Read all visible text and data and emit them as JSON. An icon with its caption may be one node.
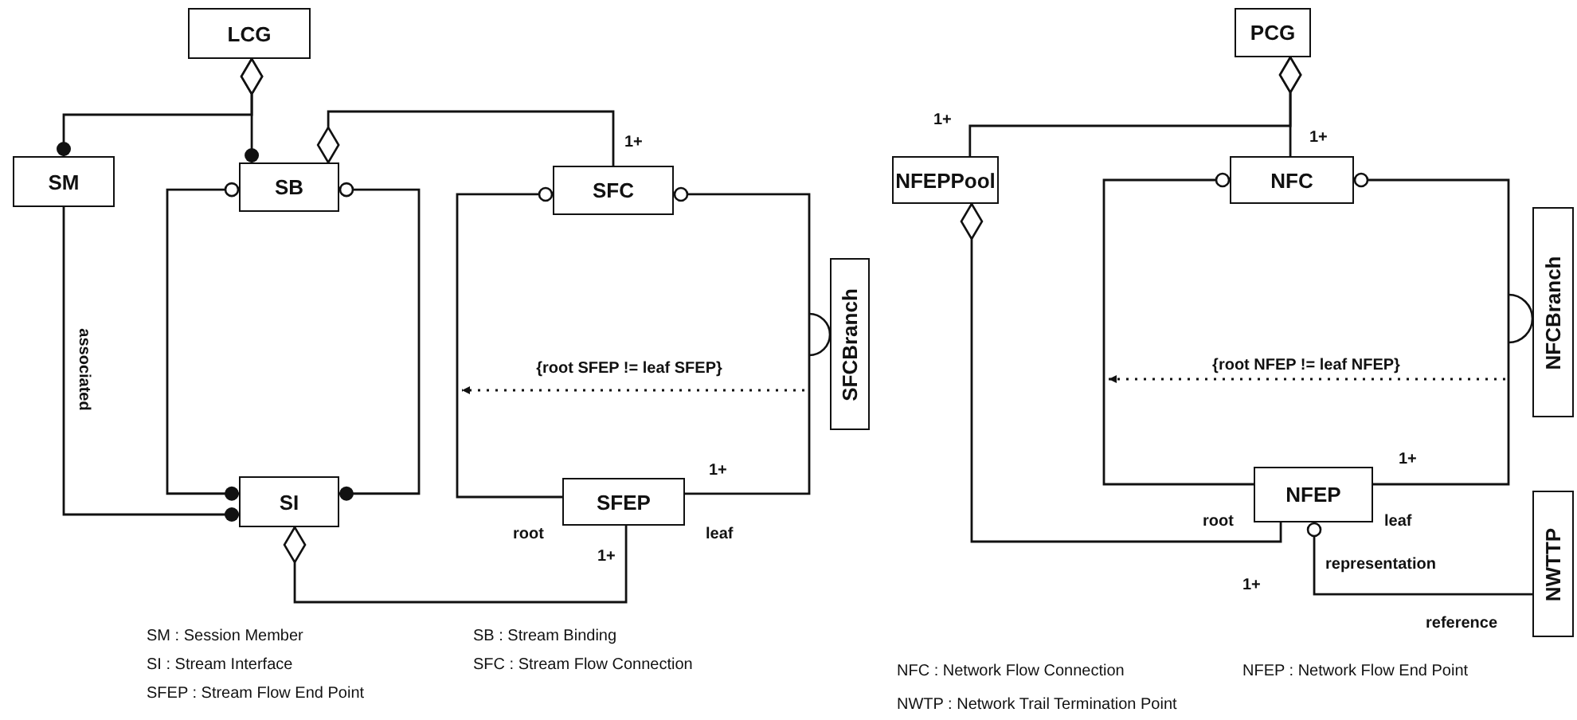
{
  "diagram": {
    "nodes": [
      {
        "text": [
          "LCG"
        ]
      },
      {
        "text": [
          "SM"
        ]
      },
      {
        "text": [
          "SB"
        ]
      },
      {
        "text": [
          "SFC"
        ]
      },
      {
        "text": [
          "SFCBranch"
        ]
      },
      {
        "text": [
          "SI"
        ]
      },
      {
        "text": [
          "SFEP"
        ]
      },
      {
        "text": [
          "PCG"
        ]
      },
      {
        "text": [
          "NFEPPool"
        ]
      },
      {
        "text": [
          "NFC"
        ]
      },
      {
        "text": [
          "NFCBranch"
        ]
      },
      {
        "text": [
          "NFEP"
        ]
      },
      {
        "text": [
          "NWTTP"
        ]
      }
    ],
    "edges": [
      {
        "from": 0,
        "to": 1,
        "arrow": "other"
      },
      {
        "from": 0,
        "to": 2,
        "arrow": "other"
      },
      {
        "from": 2,
        "to": 3,
        "arrow": "other"
      },
      {
        "from": 2,
        "to": 5,
        "arrow": "other"
      },
      {
        "from": 2,
        "to": 5,
        "arrow": "other"
      },
      {
        "from": 1,
        "to": 5,
        "arrow": "other",
        "label": "associated"
      },
      {
        "from": 5,
        "to": 6,
        "arrow": "other"
      },
      {
        "from": 3,
        "to": 6,
        "arrow": "other"
      },
      {
        "from": 3,
        "to": 6,
        "arrow": "other"
      },
      {
        "from": 7,
        "to": 8,
        "arrow": "other"
      },
      {
        "from": 7,
        "to": 9,
        "arrow": "other"
      },
      {
        "from": 9,
        "to": 11,
        "arrow": "other"
      },
      {
        "from": 9,
        "to": 11,
        "arrow": "other"
      },
      {
        "from": 8,
        "to": 11,
        "arrow": "other"
      },
      {
        "from": 11,
        "to": 12,
        "arrow": "other"
      }
    ],
    "labels": [
      "1+",
      "{root SFEP != leaf SFEP}",
      "1+",
      "root",
      "leaf",
      "1+",
      "SM : Session Member",
      "SB : Stream Binding",
      "SI : Stream Interface",
      "SFC : Stream Flow Connection",
      "SFEP : Stream Flow End Point",
      "1+",
      "1+",
      "{root NFEP != leaf NFEP}",
      "1+",
      "root",
      "leaf",
      "representation",
      "1+",
      "reference",
      "NFC : Network Flow Connection",
      "NFEP : Network Flow End Point",
      "NWTP : Network Trail Termination Point"
    ]
  }
}
